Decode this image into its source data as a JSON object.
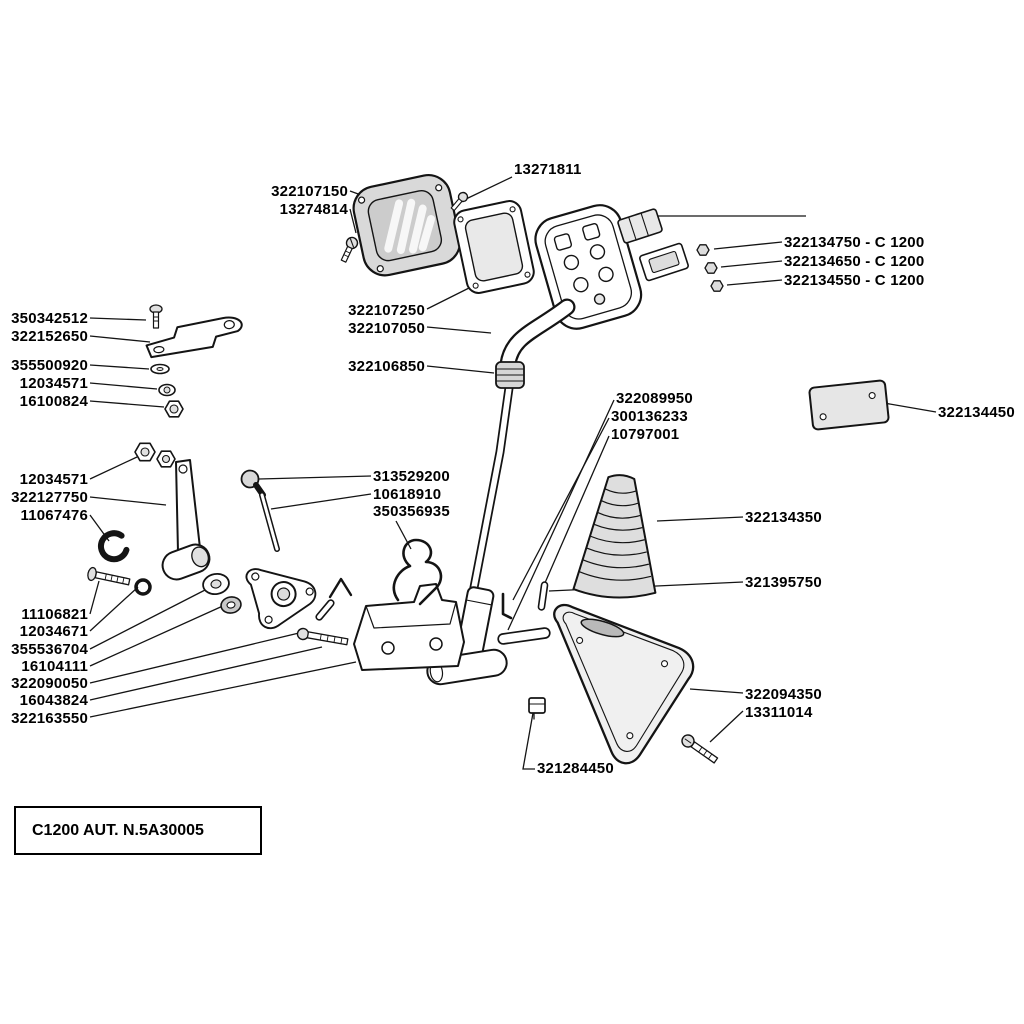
{
  "figure": {
    "plate_code": "C1200 AUT. N.5A30005"
  },
  "labels": [
    {
      "text": "13271811"
    },
    {
      "text": "322107150"
    },
    {
      "text": "13274814"
    },
    {
      "text": "322134750 - C 1200"
    },
    {
      "text": "322134650 - C 1200"
    },
    {
      "text": "322134550 - C 1200"
    },
    {
      "text": "350342512"
    },
    {
      "text": "322152650"
    },
    {
      "text": "322107250"
    },
    {
      "text": "322107050"
    },
    {
      "text": "355500920"
    },
    {
      "text": "12034571"
    },
    {
      "text": "16100824"
    },
    {
      "text": "322106850"
    },
    {
      "text": "322089950"
    },
    {
      "text": "300136233"
    },
    {
      "text": "10797001"
    },
    {
      "text": "322134450"
    },
    {
      "text": "12034571"
    },
    {
      "text": "322127750"
    },
    {
      "text": "11067476"
    },
    {
      "text": "313529200"
    },
    {
      "text": "10618910"
    },
    {
      "text": "350356935"
    },
    {
      "text": "322134350"
    },
    {
      "text": "321395750"
    },
    {
      "text": "11106821"
    },
    {
      "text": "12034671"
    },
    {
      "text": "355536704"
    },
    {
      "text": "16104111"
    },
    {
      "text": "322090050"
    },
    {
      "text": "16043824"
    },
    {
      "text": "322163550"
    },
    {
      "text": "322094350"
    },
    {
      "text": "13311014"
    },
    {
      "text": "321284450"
    }
  ]
}
